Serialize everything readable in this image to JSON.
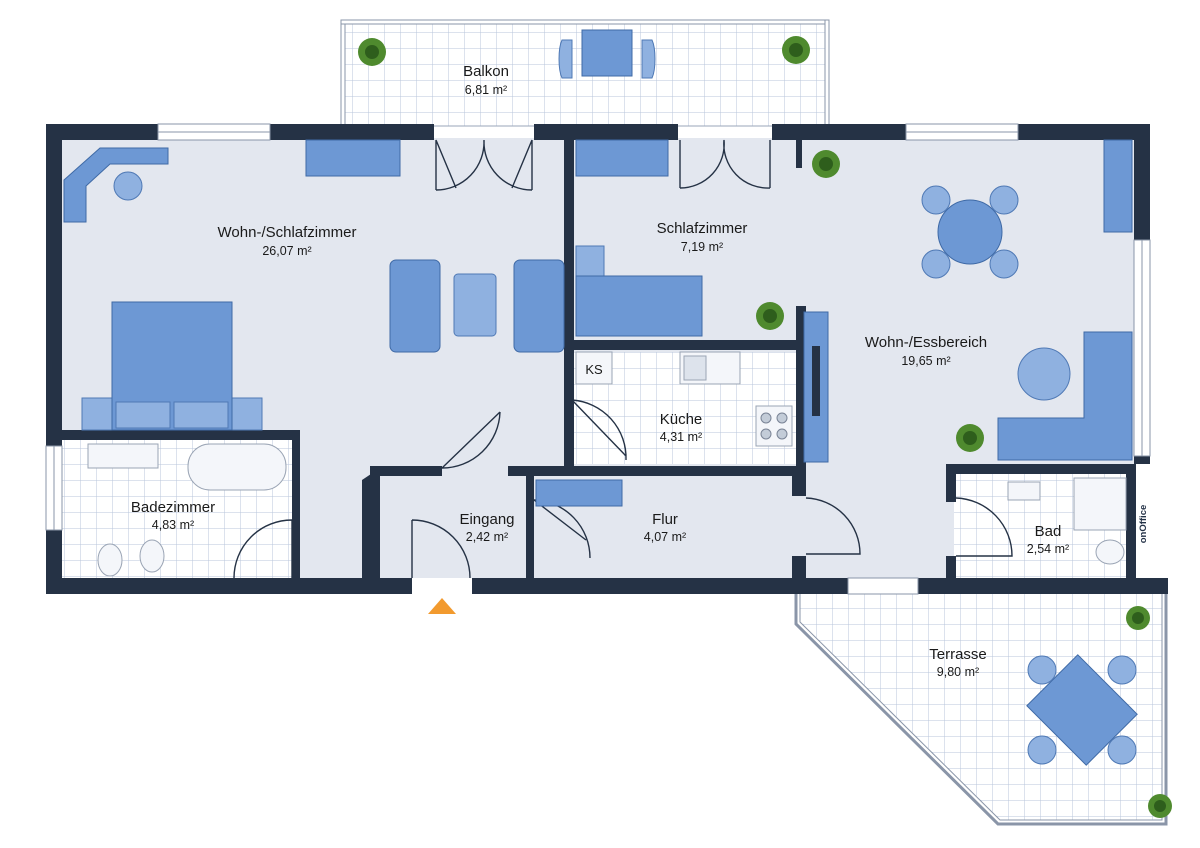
{
  "rooms": {
    "balkon": {
      "name": "Balkon",
      "area": "6,81 m²"
    },
    "wohn_schlaf": {
      "name": "Wohn-/Schlafzimmer",
      "area": "26,07 m²"
    },
    "schlafzimmer": {
      "name": "Schlafzimmer",
      "area": "7,19 m²"
    },
    "wohn_ess": {
      "name": "Wohn-/Essbereich",
      "area": "19,65 m²"
    },
    "kueche": {
      "name": "Küche",
      "area": "4,31 m²"
    },
    "badezimmer": {
      "name": "Badezimmer",
      "area": "4,83 m²"
    },
    "eingang": {
      "name": "Eingang",
      "area": "2,42 m²"
    },
    "flur": {
      "name": "Flur",
      "area": "4,07 m²"
    },
    "bad": {
      "name": "Bad",
      "area": "2,54 m²"
    },
    "terrasse": {
      "name": "Terrasse",
      "area": "9,80 m²"
    }
  },
  "labels": {
    "ks": "KS"
  },
  "brand": "onOffice",
  "icons": {
    "entrance": "entrance-arrow-icon",
    "plant": "plant-icon"
  },
  "colors": {
    "wall": "#253245",
    "floor": "#e3e7ef",
    "tile_grid": "#b8c6db",
    "furniture": "#6d98d4",
    "entrance_arrow": "#f29a2e"
  }
}
